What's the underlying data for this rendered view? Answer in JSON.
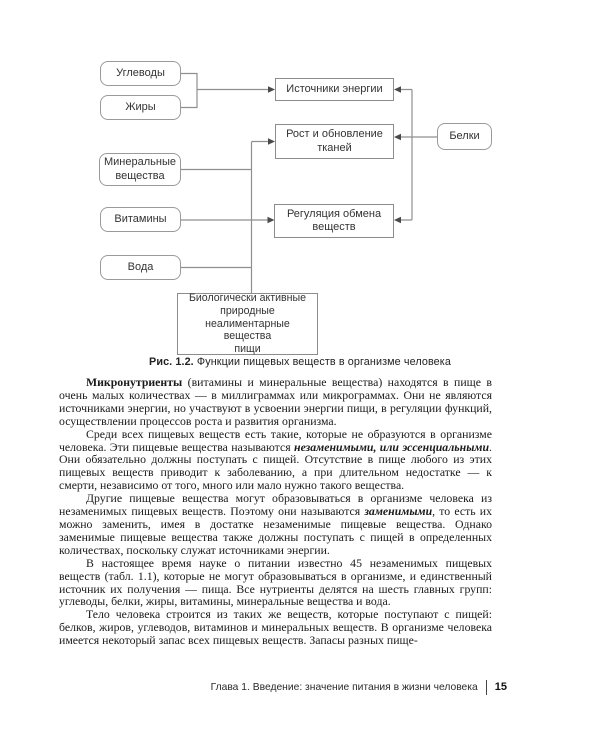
{
  "figure": {
    "nodes": {
      "carbohydrates": "Углеводы",
      "fats": "Жиры",
      "minerals": "Минеральные\nвещества",
      "vitamins": "Витамины",
      "water": "Вода",
      "energy": "Источники энергии",
      "growth": "Рост и обновление\nтканей",
      "regulation": "Регуляция обмена\nвеществ",
      "proteins": "Белки",
      "bioactive": "Биологически активные\nприродные\nнеалиментарные вещества\nпищи"
    },
    "caption": {
      "label": "Рис. 1.2.",
      "text": " Функции пищевых веществ в организме человека"
    }
  },
  "content": {
    "paragraph1": {
      "lead": "Микронутриенты",
      "text": " (витамины и минеральные вещества) находятся в пище в очень малых количествах — в миллиграммах или микрограммах. Они не являются источниками энергии, но участвуют в усвоении энергии пищи, в регуляции функций, осуществлении процессов роста и развития организма."
    },
    "paragraph2": {
      "pre": "Среди всех пищевых веществ есть такие, которые не образуются в организме человека. Эти пищевые вещества называются ",
      "emphasis": "незаменимыми, или эссенциальными",
      "post": ". Они обязательно должны поступать с пищей. Отсутствие в пище любого из этих пищевых веществ приводит к заболеванию, а при длительном недостатке — к смерти, независимо от того, много или мало нужно такого вещества."
    },
    "paragraph3": {
      "pre": "Другие пищевые вещества могут образовываться в организме человека из незаменимых пищевых веществ. Поэтому они называются ",
      "emphasis": "заменимыми",
      "post": ", то есть их можно заменить, имея в достатке незаменимые пищевые вещества. Однако заменимые пищевые вещества также должны поступать с пищей в определенных количествах, поскольку служат источниками энергии."
    },
    "paragraph4": {
      "text": "В настоящее время науке о питании известно 45 незаменимых пищевых веществ (табл. 1.1), которые не могут образовываться в организме, и единственный источник их получения — пища. Все нутриенты делятся на шесть главных групп: углеводы, белки, жиры, витамины, минеральные вещества и вода."
    },
    "paragraph5": {
      "text": "Тело человека строится из таких же веществ, которые поступают с пищей: белков, жиров, углеводов, витаминов и минеральных веществ. В организме человека имеется некоторый запас всех пищевых веществ. Запасы разных пище-"
    }
  },
  "footer": {
    "chapter": "Глава 1. Введение: значение питания в жизни человека",
    "page_number": "15"
  },
  "colors": {
    "connector_line": "#8f8f8f",
    "arrowhead": "#4a4a4a",
    "box_border": "#9a9a9a",
    "body_text": "#1a1a1a"
  }
}
